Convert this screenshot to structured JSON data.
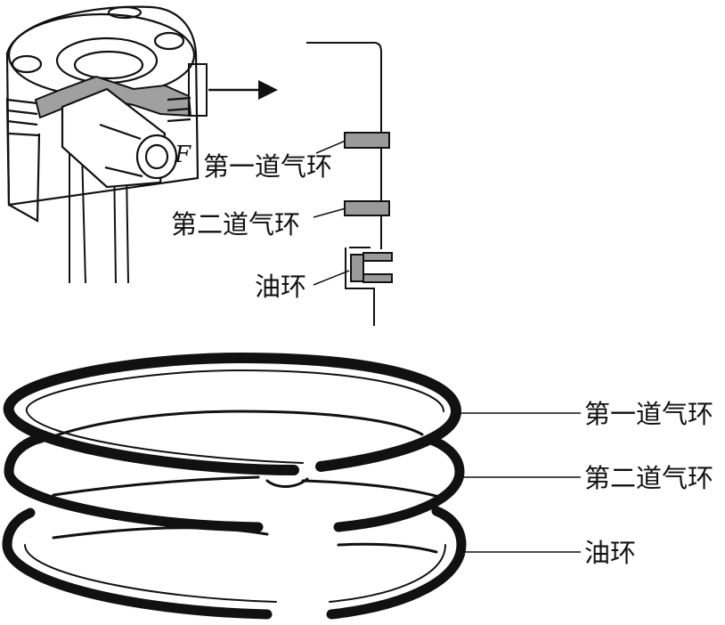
{
  "top_diagram": {
    "force_label": "F",
    "labels": {
      "first_ring": "第一道气环",
      "second_ring": "第二道气环",
      "oil_ring": "油环"
    }
  },
  "bottom_diagram": {
    "labels": {
      "first_ring": "第一道气环",
      "second_ring": "第二道气环",
      "oil_ring": "油环"
    }
  },
  "colors": {
    "ink": "#111111",
    "ring_fill": "#9a9a9a",
    "piston_gray": "#a0a0a0"
  }
}
